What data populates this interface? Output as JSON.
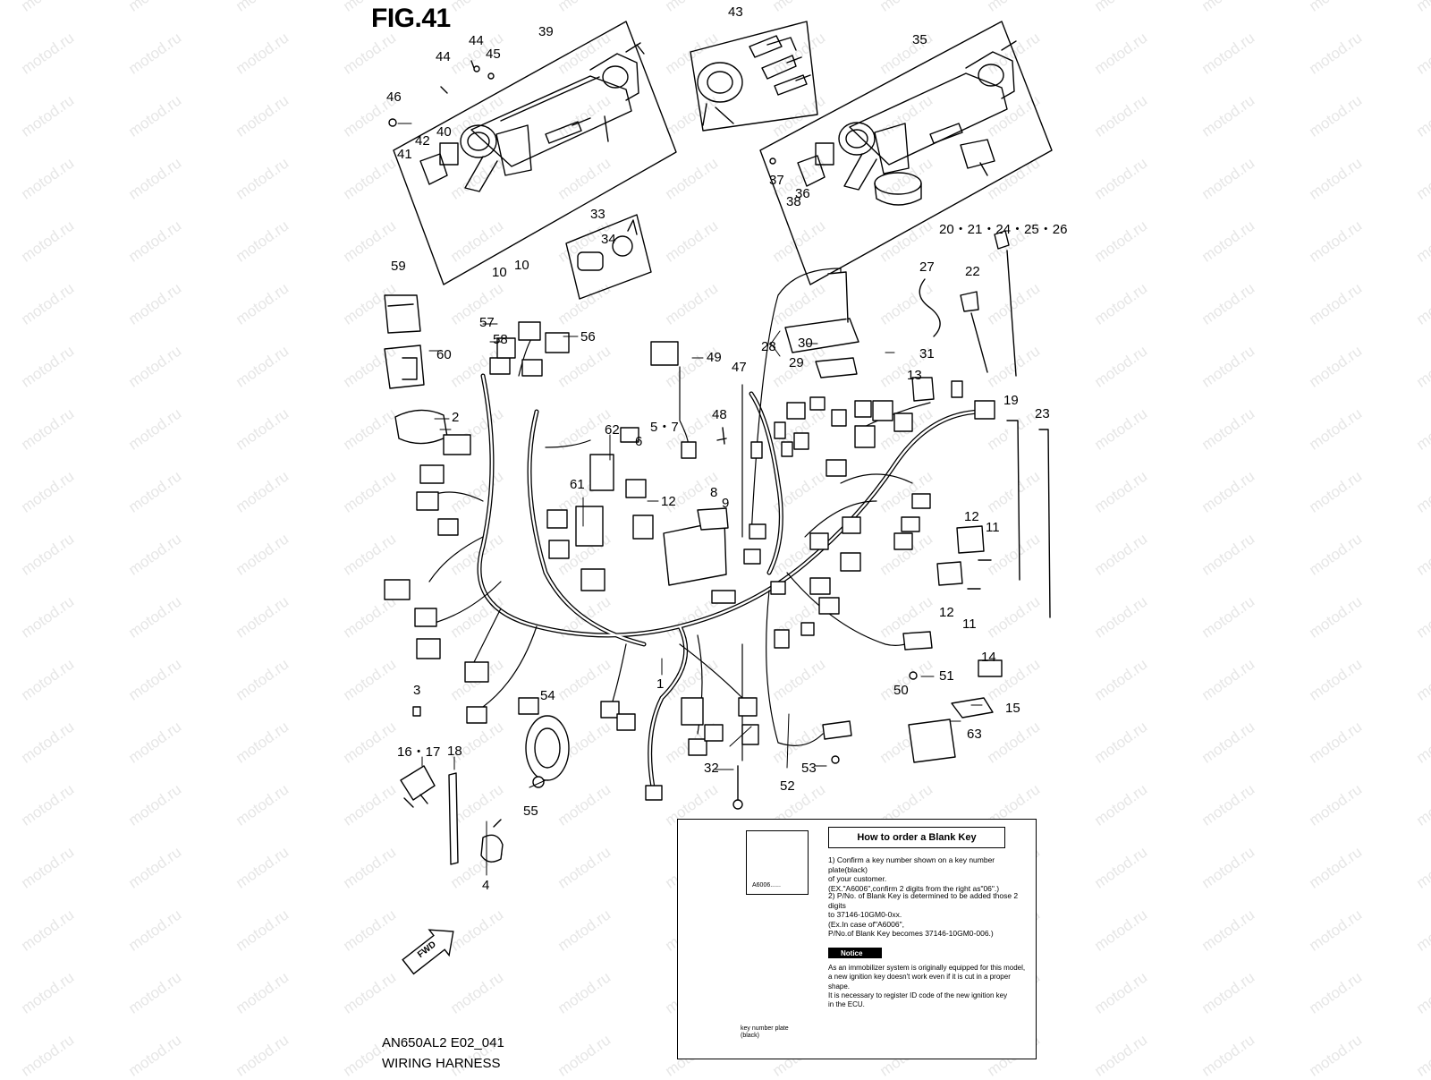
{
  "figure": {
    "title": "FIG.41",
    "model_code": "AN650AL2 E02_041",
    "name": "WIRING HARNESS",
    "watermark": "motod.ru",
    "fwd_label": "FWD"
  },
  "callouts": [
    {
      "id": "c39",
      "text": "39"
    },
    {
      "id": "c44a",
      "text": "44"
    },
    {
      "id": "c45",
      "text": "45"
    },
    {
      "id": "c44b",
      "text": "44"
    },
    {
      "id": "c46",
      "text": "46"
    },
    {
      "id": "c40",
      "text": "40"
    },
    {
      "id": "c42",
      "text": "42"
    },
    {
      "id": "c41",
      "text": "41"
    },
    {
      "id": "c43",
      "text": "43"
    },
    {
      "id": "c35",
      "text": "35"
    },
    {
      "id": "c37",
      "text": "37"
    },
    {
      "id": "c36",
      "text": "36"
    },
    {
      "id": "c38",
      "text": "38"
    },
    {
      "id": "c33",
      "text": "33"
    },
    {
      "id": "c34",
      "text": "34"
    },
    {
      "id": "c20",
      "text": "20・21・24・25・26"
    },
    {
      "id": "c59",
      "text": "59"
    },
    {
      "id": "c10a",
      "text": "10"
    },
    {
      "id": "c10b",
      "text": "10"
    },
    {
      "id": "c57",
      "text": "57"
    },
    {
      "id": "c58",
      "text": "58"
    },
    {
      "id": "c56",
      "text": "56"
    },
    {
      "id": "c60",
      "text": "60"
    },
    {
      "id": "c27",
      "text": "27"
    },
    {
      "id": "c22",
      "text": "22"
    },
    {
      "id": "c28",
      "text": "28"
    },
    {
      "id": "c30",
      "text": "30"
    },
    {
      "id": "c29",
      "text": "29"
    },
    {
      "id": "c31",
      "text": "31"
    },
    {
      "id": "c49",
      "text": "49"
    },
    {
      "id": "c47",
      "text": "47"
    },
    {
      "id": "c13",
      "text": "13"
    },
    {
      "id": "c19",
      "text": "19"
    },
    {
      "id": "c23",
      "text": "23"
    },
    {
      "id": "c2",
      "text": "2"
    },
    {
      "id": "c48",
      "text": "48"
    },
    {
      "id": "c57b",
      "text": "5・7"
    },
    {
      "id": "c62",
      "text": "62"
    },
    {
      "id": "c6",
      "text": "6"
    },
    {
      "id": "c8",
      "text": "8"
    },
    {
      "id": "c9",
      "text": "9"
    },
    {
      "id": "c12a",
      "text": "12"
    },
    {
      "id": "c61",
      "text": "61"
    },
    {
      "id": "c12b",
      "text": "12"
    },
    {
      "id": "c11a",
      "text": "11"
    },
    {
      "id": "c12c",
      "text": "12"
    },
    {
      "id": "c11b",
      "text": "11"
    },
    {
      "id": "c1",
      "text": "1"
    },
    {
      "id": "c3",
      "text": "3"
    },
    {
      "id": "c54",
      "text": "54"
    },
    {
      "id": "c50",
      "text": "50"
    },
    {
      "id": "c51",
      "text": "51"
    },
    {
      "id": "c14",
      "text": "14"
    },
    {
      "id": "c15",
      "text": "15"
    },
    {
      "id": "c63",
      "text": "63"
    },
    {
      "id": "c1617",
      "text": "16・17"
    },
    {
      "id": "c18",
      "text": "18"
    },
    {
      "id": "c32",
      "text": "32"
    },
    {
      "id": "c53",
      "text": "53"
    },
    {
      "id": "c55",
      "text": "55"
    },
    {
      "id": "c52",
      "text": "52"
    },
    {
      "id": "c4",
      "text": "4"
    }
  ],
  "blank_key_box": {
    "title": "How to order a Blank Key",
    "plate_code": "A6006......",
    "step1": [
      "1) Confirm a key number shown on a key number plate(black)",
      "   of your customer.",
      "(EX.\"A6006\",confirm 2 digits from the right as\"06\".)"
    ],
    "step2": [
      "2) P/No. of Blank Key is determined to be added those 2 digits",
      "   to 37146-10GM0-0xx.",
      "(Ex.In case of\"A6006\",",
      "   P/No.of Blank Key becomes 37146-10GM0-006.)"
    ],
    "notice_label": "Notice",
    "notice": [
      "As an immobilizer system is originally equipped for this model,",
      "a new ignition key doesn't work even if it is cut in a proper shape.",
      "It is necessary to register ID code of the new ignition key",
      "in the ECU."
    ],
    "plate_label": [
      "key number plate",
      "(black)"
    ]
  }
}
